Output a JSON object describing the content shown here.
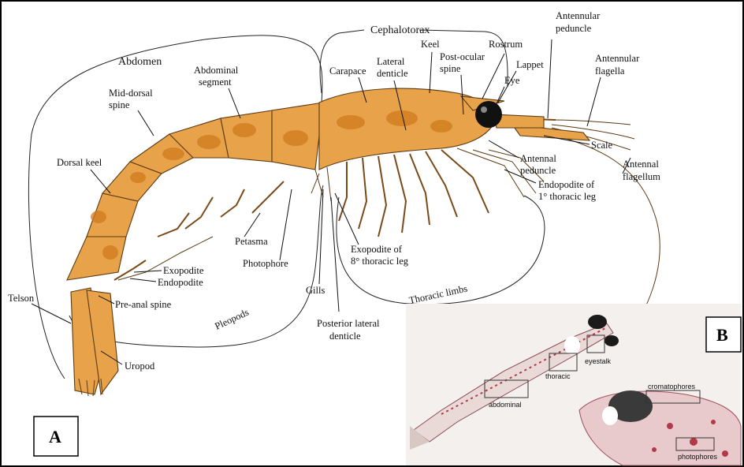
{
  "panels": {
    "a": "A",
    "b": "B"
  },
  "groups": {
    "abdomen": "Abdomen",
    "cephalotorax": "Cephalotorax",
    "pleopods": "Pleopods",
    "thoracic_limbs": "Thoracic limbs"
  },
  "labels": {
    "antennular_peduncle_1": "Antennular",
    "antennular_peduncle_2": "peduncle",
    "antennular_flagella_1": "Antennular",
    "antennular_flagella_2": "flagella",
    "keel": "Keel",
    "rostrum": "Rostrum",
    "lateral_denticle_1": "Lateral",
    "lateral_denticle_2": "denticle",
    "post_ocular_spine_1": "Post-ocular",
    "post_ocular_spine_2": "spine",
    "lappet": "Lappet",
    "eye": "Eye",
    "carapace": "Carapace",
    "abdominal_segment_1": "Abdominal",
    "abdominal_segment_2": "segment",
    "mid_dorsal_spine_1": "Mid-dorsal",
    "mid_dorsal_spine_2": "spine",
    "dorsal_keel": "Dorsal keel",
    "scale": "Scale",
    "antennal_peduncle_1": "Antennal",
    "antennal_peduncle_2": "peduncle",
    "antennal_flagellum_1": "Antennal",
    "antennal_flagellum_2": "flagellum",
    "endopodite_thoracic_1": "Endopodite of",
    "endopodite_thoracic_2": "1° thoracic leg",
    "exopodite_thoracic_1": "Exopodite of",
    "exopodite_thoracic_2": "8° thoracic leg",
    "petasma": "Petasma",
    "photophore": "Photophore",
    "exopodite": "Exopodite",
    "endopodite": "Endopodite",
    "pre_anal_spine": "Pre-anal spine",
    "telson": "Telson",
    "uropod": "Uropod",
    "gills": "Gills",
    "posterior_lateral_denticle_1": "Posterior lateral",
    "posterior_lateral_denticle_2": "denticle"
  },
  "photo_labels": {
    "eyestalk": "eyestalk",
    "thoracic": "thoracic",
    "abdominal": "abdominal",
    "cromatophores": "cromatophores",
    "photophores": "photophores"
  },
  "colors": {
    "body": "#e8a24a",
    "spots": "#d07a1e",
    "outline": "#5b3a12",
    "photo_red": "#b23a48"
  }
}
